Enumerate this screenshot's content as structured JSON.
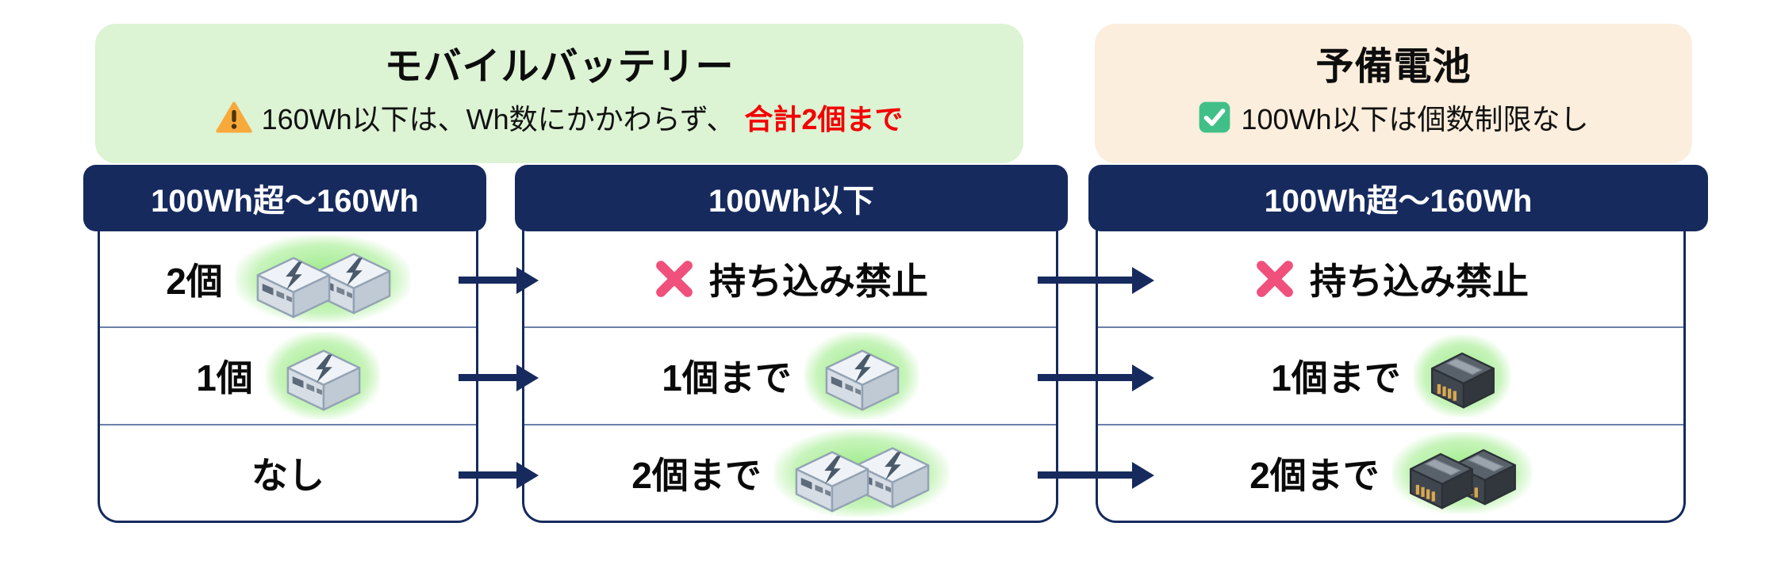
{
  "page": {
    "background": "#ffffff"
  },
  "colors": {
    "navy": "#162a5e",
    "row_divider": "#6c80aa",
    "green_box_bg": "#dcf3d4",
    "cream_box_bg": "#fbeedc",
    "highlight_red": "#f40000",
    "x_mark_pink": "#f0507c",
    "warning_orange": "#f7a93c",
    "check_green": "#40c088",
    "glow_green": "#90e978"
  },
  "info_boxes": {
    "mobile_battery": {
      "title": "モバイルバッテリー",
      "note_icon": "warning-icon",
      "note_text": "160Wh以下は、Wh数にかかわらず、",
      "note_highlight": "合計2個まで"
    },
    "spare_battery": {
      "title": "予備電池",
      "note_icon": "check-icon",
      "note_text": "100Wh以下は個数制限なし"
    }
  },
  "tables": [
    {
      "header": "100Wh超～160Wh",
      "rows": [
        {
          "label": "2個",
          "icon": {
            "type": "powerbank",
            "count": 2
          },
          "icon_position": "after"
        },
        {
          "label": "1個",
          "icon": {
            "type": "powerbank",
            "count": 1
          },
          "icon_position": "after"
        },
        {
          "label": "なし",
          "icon": null,
          "icon_position": "none"
        }
      ]
    },
    {
      "header": "100Wh以下",
      "rows": [
        {
          "label": "持ち込み禁止",
          "icon": {
            "type": "x-mark",
            "count": 1
          },
          "icon_position": "before"
        },
        {
          "label": "1個まで",
          "icon": {
            "type": "powerbank",
            "count": 1
          },
          "icon_position": "after"
        },
        {
          "label": "2個まで",
          "icon": {
            "type": "powerbank",
            "count": 2
          },
          "icon_position": "after"
        }
      ]
    },
    {
      "header": "100Wh超～160Wh",
      "rows": [
        {
          "label": "持ち込み禁止",
          "icon": {
            "type": "x-mark",
            "count": 1
          },
          "icon_position": "before"
        },
        {
          "label": "1個まで",
          "icon": {
            "type": "battery",
            "count": 1
          },
          "icon_position": "after"
        },
        {
          "label": "2個まで",
          "icon": {
            "type": "battery",
            "count": 2
          },
          "icon_position": "after"
        }
      ]
    }
  ]
}
